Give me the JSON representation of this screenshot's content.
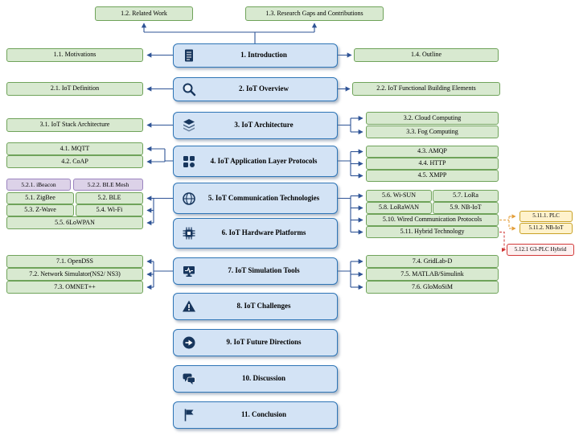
{
  "figure": {
    "description_colors": {
      "center_fill": "#d3e3f5",
      "center_border": "#2e75b6",
      "green_fill": "#d8e9d0",
      "green_border": "#6fa35a",
      "purple_fill": "#dcd2e8",
      "purple_border": "#9b84bf",
      "yellow_fill": "#fff2cc",
      "yellow_border": "#c9a227",
      "red_border": "#d23a3a",
      "connector_blue": "#2f5496",
      "connector_orange": "#e39c35",
      "connector_red": "#cf3434"
    }
  },
  "center": {
    "s1": {
      "label": "1. Introduction",
      "icon": "document-icon"
    },
    "s2": {
      "label": "2. IoT Overview",
      "icon": "magnifier-icon"
    },
    "s3": {
      "label": "3. IoT Architecture",
      "icon": "layers-icon"
    },
    "s4": {
      "label": "4. IoT Application Layer Protocols",
      "icon": "app-grid-icon"
    },
    "s5": {
      "label": "5. IoT Communication Technologies",
      "icon": "globe-icon"
    },
    "s6": {
      "label": "6. IoT Hardware Platforms",
      "icon": "chip-icon"
    },
    "s7": {
      "label": "7. IoT Simulation Tools",
      "icon": "simulation-icon"
    },
    "s8": {
      "label": "8. IoT Challenges",
      "icon": "challenges-icon"
    },
    "s9": {
      "label": "9. IoT Future Directions",
      "icon": "future-icon"
    },
    "s10": {
      "label": "10. Discussion",
      "icon": "discussion-icon"
    },
    "s11": {
      "label": "11. Conclusion",
      "icon": "conclusion-icon"
    }
  },
  "top": {
    "related_work": "1.2. Related Work",
    "research_gaps": "1.3. Research Gaps and Contributions"
  },
  "left": {
    "motivations": "1.1. Motivations",
    "iot_definition": "2.1. IoT Definition",
    "stack_architecture": "3.1. IoT Stack Architecture",
    "mqtt": "4.1. MQTT",
    "coap": "4.2. CoAP",
    "ibeacon": "5.2.1. iBeacon",
    "ble_mesh": "5.2.2. BLE Mesh",
    "zigbee": "5.1. ZigBee",
    "ble": "5.2. BLE",
    "zwave": "5.3. Z-Wave",
    "wifi": "5.4. Wi-Fi",
    "sixlowpan": "5.5. 6LoWPAN",
    "opendss": "7.1. OpenDSS",
    "network_simulator": "7.2. Network Simulator(NS2/ NS3)",
    "omnet": "7.3. OMNET++"
  },
  "right": {
    "outline": "1.4. Outline",
    "building_elements": "2.2. IoT Functional Building Elements",
    "cloud": "3.2. Cloud Computing",
    "fog": "3.3. Fog Computing",
    "amqp": "4.3. AMQP",
    "http": "4.4. HTTP",
    "xmpp": "4.5. XMPP",
    "wisun": "5.6. Wi-SUN",
    "lora": "5.7. LoRa",
    "lorawan": "5.8. LoRaWAN",
    "nbiot": "5.9. NB-IoT",
    "wired": "5.10. Wired Communication Protocols",
    "hybrid": "5.11. Hybrid Technology",
    "plc": "5.11.1. PLC",
    "hybrid_nbiot": "5.11.2. NB-IoT",
    "g3plc": "5.12.1 G3-PLC Hybrid",
    "gridlab": "7.4. GridLab-D",
    "matlab": "7.5. MATLAB/Simulink",
    "glomosim": "7.6. GloMoSiM"
  }
}
